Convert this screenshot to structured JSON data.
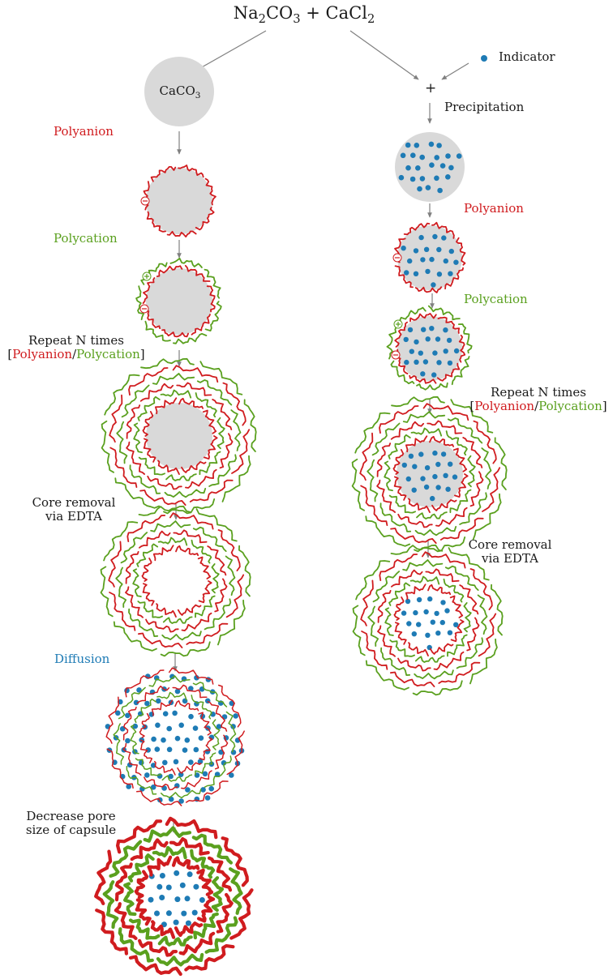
{
  "title": {
    "a": "Na",
    "a_sub": "2",
    "b": "CO",
    "b_sub": "3",
    "c": " + CaCl",
    "c_sub": "2"
  },
  "core_label": {
    "a": "CaCO",
    "a_sub": "3"
  },
  "legend": {
    "indicator": "Indicator"
  },
  "plus_sign": "+",
  "left_steps": {
    "polyanion": "Polyanion",
    "polycation": "Polycation",
    "repeat_line1": "Repeat N times",
    "bracket_open": "[",
    "bracket_polyanion": "Polyanion",
    "bracket_slash": "/",
    "bracket_polycation": "Polycation",
    "bracket_close": "]",
    "core_removal_line1": "Core removal",
    "core_removal_line2": "via EDTA",
    "diffusion": "Diffusion",
    "decrease_line1": "Decrease pore",
    "decrease_line2": "size of capsule"
  },
  "right_steps": {
    "precipitation": "Precipitation",
    "polyanion": "Polyanion",
    "polycation": "Polycation",
    "repeat_line1": "Repeat N times",
    "bracket_open": "[",
    "bracket_polyanion": "Polyanion",
    "bracket_slash": "/",
    "bracket_polycation": "Polycation",
    "bracket_close": "]",
    "core_removal_line1": "Core removal",
    "core_removal_line2": "via EDTA"
  },
  "charges": {
    "negative": "−",
    "positive": "+"
  },
  "colors": {
    "polyanion": "#d01c1f",
    "polycation": "#5aa01e",
    "indicator": "#1e7bb5",
    "core": "#d9d9d9",
    "arrow": "#808080"
  }
}
